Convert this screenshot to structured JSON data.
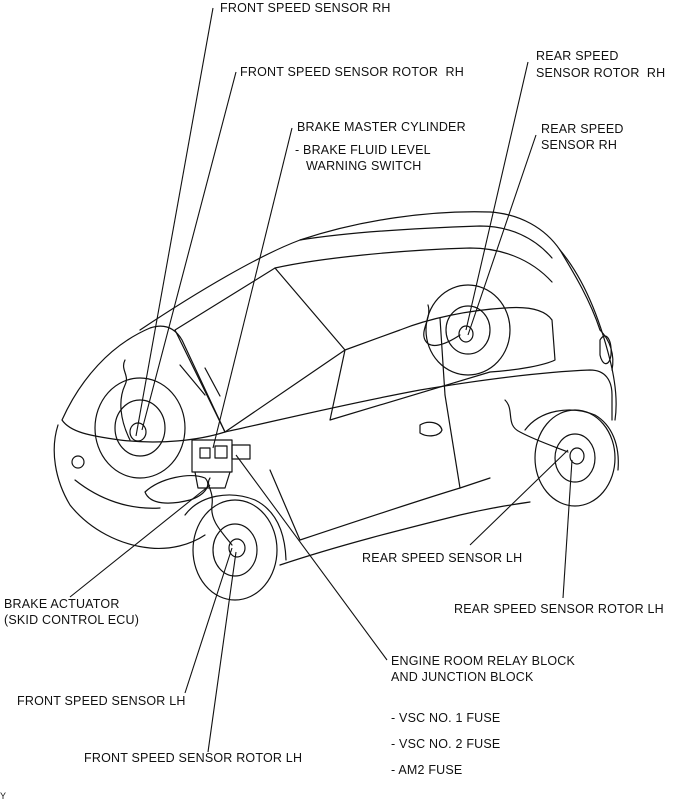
{
  "colors": {
    "line": "#111111",
    "background": "#ffffff"
  },
  "labels": {
    "front_speed_sensor_rh": "FRONT SPEED SENSOR RH",
    "front_speed_sensor_rotor_rh": "FRONT SPEED SENSOR ROTOR  RH",
    "brake_master_cylinder": "BRAKE MASTER CYLINDER",
    "brake_fluid_level_line1": "- BRAKE FLUID LEVEL",
    "brake_fluid_level_line2": "WARNING SWITCH",
    "rear_speed_sensor_rotor_rh_line1": "REAR SPEED",
    "rear_speed_sensor_rotor_rh_line2": "SENSOR ROTOR  RH",
    "rear_speed_sensor_rh_line1": "REAR SPEED",
    "rear_speed_sensor_rh_line2": "SENSOR RH",
    "rear_speed_sensor_lh": "REAR SPEED SENSOR LH",
    "rear_speed_sensor_rotor_lh": "REAR SPEED SENSOR ROTOR LH",
    "brake_actuator_line1": "BRAKE ACTUATOR",
    "brake_actuator_line2": "(SKID CONTROL ECU)",
    "front_speed_sensor_lh": "FRONT SPEED SENSOR LH",
    "front_speed_sensor_rotor_lh": "FRONT SPEED SENSOR ROTOR LH",
    "engine_room_relay_line1": "ENGINE ROOM RELAY BLOCK",
    "engine_room_relay_line2": "AND JUNCTION BLOCK",
    "fuse_1": "- VSC NO. 1 FUSE",
    "fuse_2": "- VSC NO. 2 FUSE",
    "fuse_3": "- AM2 FUSE",
    "corner_mark": "Y"
  }
}
